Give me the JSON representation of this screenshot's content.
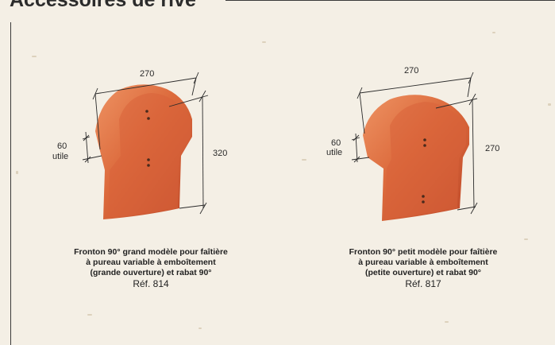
{
  "section": {
    "title": "Accessoires de rive"
  },
  "products": [
    {
      "dims": {
        "width": "270",
        "height": "320",
        "overlap_value": "60",
        "overlap_unit": "utile"
      },
      "caption": [
        "Fronton 90° grand modèle pour faîtière",
        "à pureau variable à emboîtement",
        "(grande ouverture) et rabat 90°"
      ],
      "reference": "Réf. 814"
    },
    {
      "dims": {
        "width": "270",
        "height": "270",
        "overlap_value": "60",
        "overlap_unit": "utile"
      },
      "caption": [
        "Fronton 90° petit modèle pour faîtière",
        "à pureau variable à emboîtement",
        "(petite ouverture) et rabat 90°"
      ],
      "reference": "Réf. 817"
    }
  ],
  "colors": {
    "terracotta": "#d8653a",
    "terracotta_light": "#e78456",
    "terracotta_dark": "#b9482a",
    "paper": "#f4efe5"
  }
}
